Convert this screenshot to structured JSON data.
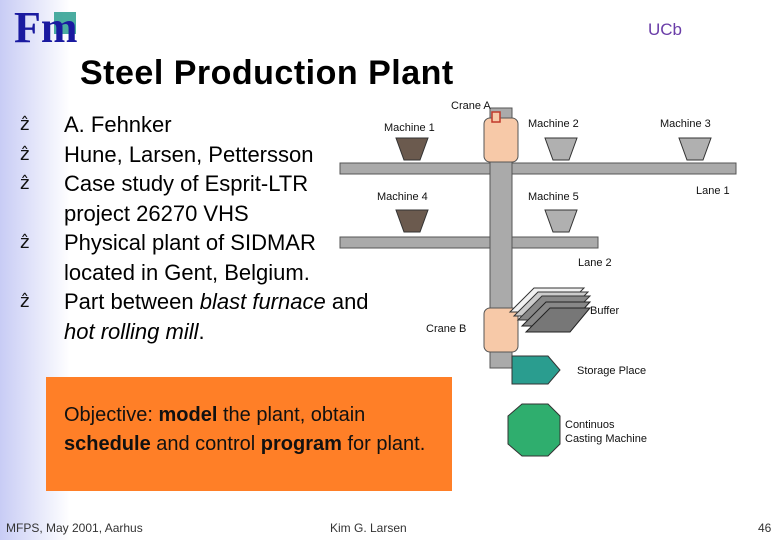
{
  "header": {
    "logo_text": "Fm",
    "affiliation": "UCb"
  },
  "title": "Steel Production Plant",
  "bullets": [
    {
      "text": "A. Fehnker"
    },
    {
      "text": "Hune, Larsen, Pettersson"
    },
    {
      "text_line1": "Case study of Esprit-LTR",
      "text_line2": "project 26270 VHS"
    },
    {
      "text_line1": "Physical plant of SIDMAR",
      "text_line2": "located in Gent, Belgium."
    },
    {
      "pre": "Part between ",
      "italic1": "blast furnace",
      "mid": " and",
      "italic2": "hot rolling mill",
      "post": "."
    }
  ],
  "objective": {
    "label": "Objective",
    "colon": ": ",
    "w1": "model",
    "t1": " the plant, obtain ",
    "w2": "schedule",
    "t2": " and control ",
    "w3": "program",
    "t3": " for plant."
  },
  "diagram": {
    "crane_a": "Crane A",
    "crane_b": "Crane B",
    "machine_1": "Machine 1",
    "machine_2": "Machine 2",
    "machine_3": "Machine 3",
    "machine_4": "Machine 4",
    "machine_5": "Machine 5",
    "lane_1": "Lane 1",
    "lane_2": "Lane 2",
    "buffer": "Buffer",
    "storage_place": "Storage Place",
    "continuous_line1": "Continuos",
    "continuous_line2": "Casting Machine"
  },
  "footer": {
    "left": "MFPS, May 2001, Aarhus",
    "middle": "Kim G. Larsen",
    "page": "46"
  },
  "colors": {
    "objective_bg": "#ff7f27",
    "machine_fill": "#6b5a4e",
    "machine_light": "#b0b0b0",
    "crane_fill": "#f7c9a8",
    "crane_outline": "#c0392b",
    "storage_fill": "#2a9d8f",
    "casting_fill": "#2fae6e",
    "buffer_fill": "#888888"
  }
}
